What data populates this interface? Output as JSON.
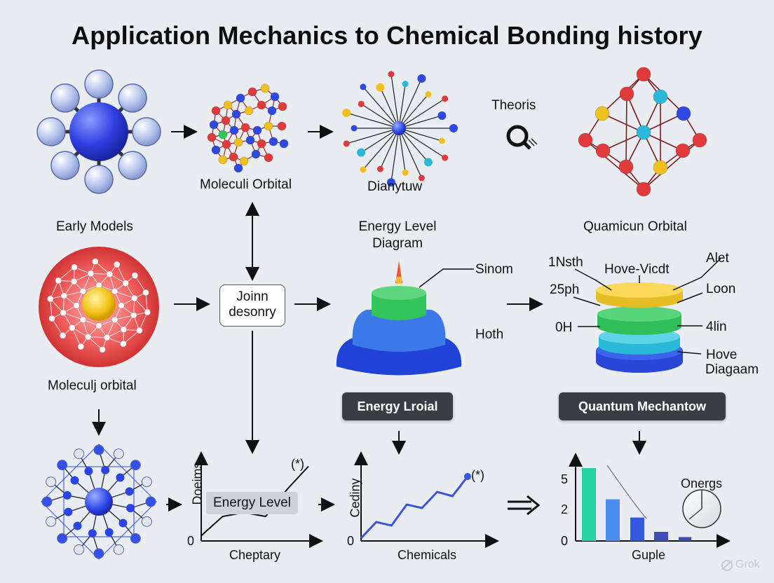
{
  "title": "Application Mechanics to Chemical Bonding history",
  "labels": {
    "molecular_orbital_top": "Moleculi Orbital",
    "dianytuw": "Dianytuw",
    "theoris": "Theoris",
    "early_models": "Early Models",
    "energy_level_diagram_line1": "Energy Level",
    "energy_level_diagram_line2": "Diagram",
    "quamicun_orbital": "Quamicun Orbital",
    "molecular_orbital_left": "Moleculj orbital",
    "sinom": "Sinom",
    "hoth": "Hoth",
    "join_line1": "Joinn",
    "join_line2": "desonry",
    "stack_1nth": "1Nsth",
    "stack_hove_vicdt": "Hove-Vicdt",
    "stack_alet": "Alet",
    "stack_25ph": "25ph",
    "stack_loon": "Loon",
    "stack_0h": "0H",
    "stack_4lin": "4lin",
    "stack_hove": "Hove",
    "stack_diagaam": "Diagaam",
    "energy_lroial": "Energy Lroial",
    "quantum_mechantow": "Quantum Mechantow",
    "watermark": "Grok"
  },
  "charts": {
    "chart1": {
      "ylabel": "Doeims",
      "xlabel": "Cheptary",
      "origin": "0",
      "annotation": "(*)",
      "tag": "Energy Level"
    },
    "chart2": {
      "ylabel": "Cediny",
      "xlabel": "Chemicals",
      "origin": "0",
      "annotation": "(*)"
    },
    "chart3": {
      "xlabel": "Guple",
      "ticks": [
        "5",
        "2",
        "0"
      ],
      "gauge_label": "Onergs"
    }
  },
  "chart_data": [
    {
      "type": "line",
      "xlabel": "Cheptary",
      "ylabel": "Doeims",
      "series": [
        {
          "values": [
            0.05,
            0.3,
            0.35,
            0.3,
            0.65,
            0.95
          ]
        }
      ],
      "annotations": [
        "(*)",
        "Energy Level"
      ]
    },
    {
      "type": "line",
      "xlabel": "Chemicals",
      "ylabel": "Cediny",
      "series": [
        {
          "values": [
            0.02,
            0.25,
            0.2,
            0.5,
            0.45,
            0.68,
            0.62,
            0.9
          ]
        }
      ],
      "annotations": [
        "(*)"
      ]
    },
    {
      "type": "bar",
      "xlabel": "Guple",
      "y_ticks": [
        0,
        2,
        5
      ],
      "values": [
        5.6,
        3.2,
        1.8,
        0.7,
        0.3
      ],
      "colors": [
        "#27d3a2",
        "#4a8ef0",
        "#3558e0",
        "#3f4fb8",
        "#3a4fb0"
      ]
    }
  ],
  "colors": {
    "background": "#e9ecf1",
    "atom_blue": "#2f3fe0",
    "atom_red": "#e03535",
    "atom_yellow": "#f5c81e",
    "layer_green": "#2fc65a",
    "layer_blue": "#2a5ce0",
    "layer_yellow": "#f4d24a",
    "dark_label": "#3a3d44"
  }
}
